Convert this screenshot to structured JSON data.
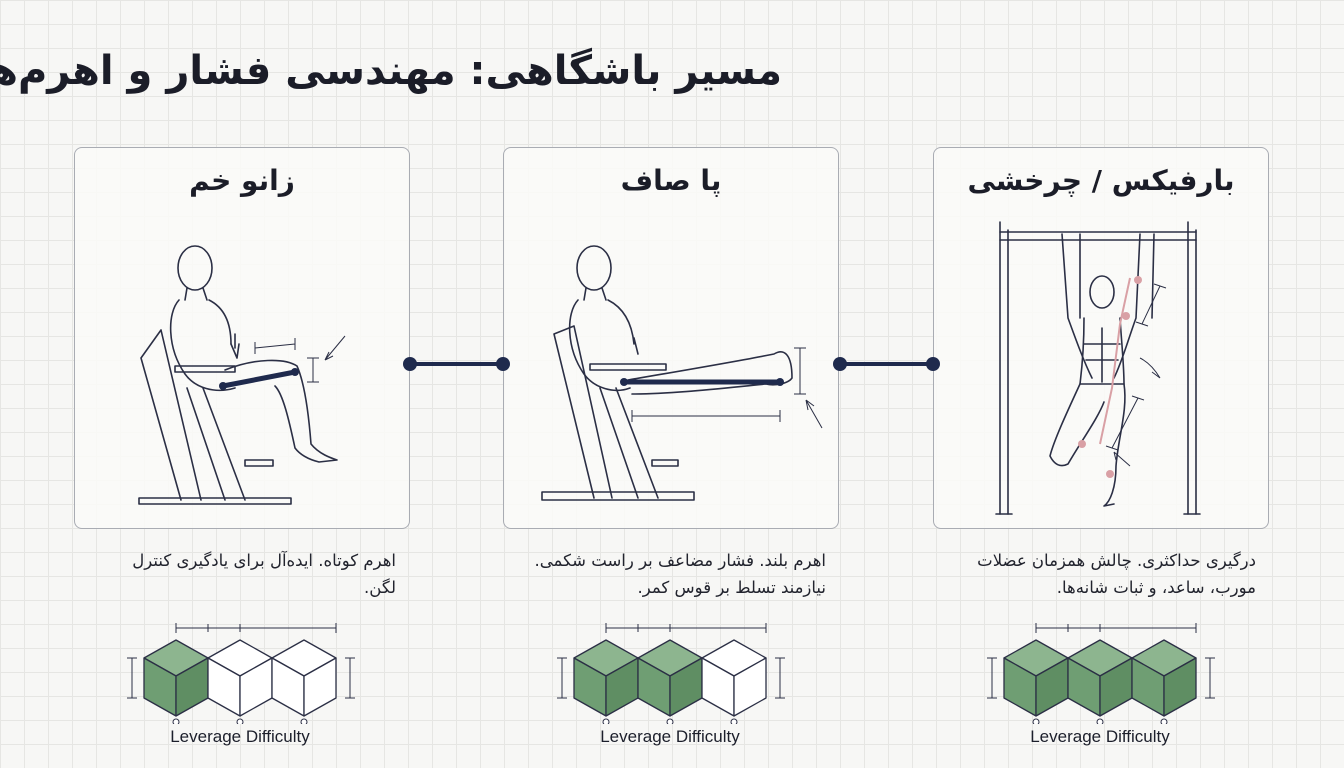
{
  "title": "مسیر باشگاهی: مهندسی فشار و اهرم‌ها",
  "colors": {
    "navy": "#1f2a4d",
    "green": "#6f9e73",
    "line": "#2b2f45",
    "muscle": "#d9a0a5"
  },
  "cards": [
    {
      "heading": "بارفیکس / چرخشی",
      "description_line1": "درگیری حداکثری. چالش همزمان عضلات",
      "description_line2": "مورب، ساعد، و ثبات شانه‌ها.",
      "difficulty_filled": 3,
      "difficulty_total": 3,
      "meter_label": "Leverage Difficulty"
    },
    {
      "heading": "پا صاف",
      "description_line1": "اهرم بلند. فشار مضاعف بر راست شکمی.",
      "description_line2": "نیازمند تسلط بر قوس کمر.",
      "difficulty_filled": 2,
      "difficulty_total": 3,
      "meter_label": "Leverage Difficulty"
    },
    {
      "heading": "زانو خم",
      "description_line1": "اهرم کوتاه. ایده‌آل برای یادگیری کنترل",
      "description_line2": "لگن.",
      "difficulty_filled": 1,
      "difficulty_total": 3,
      "meter_label": "Leverage Difficulty"
    }
  ],
  "icons": [
    "pullup-bar-figure",
    "straight-leg-chair-figure",
    "bent-knee-chair-figure",
    "cube-difficulty-meter",
    "connector-link"
  ]
}
